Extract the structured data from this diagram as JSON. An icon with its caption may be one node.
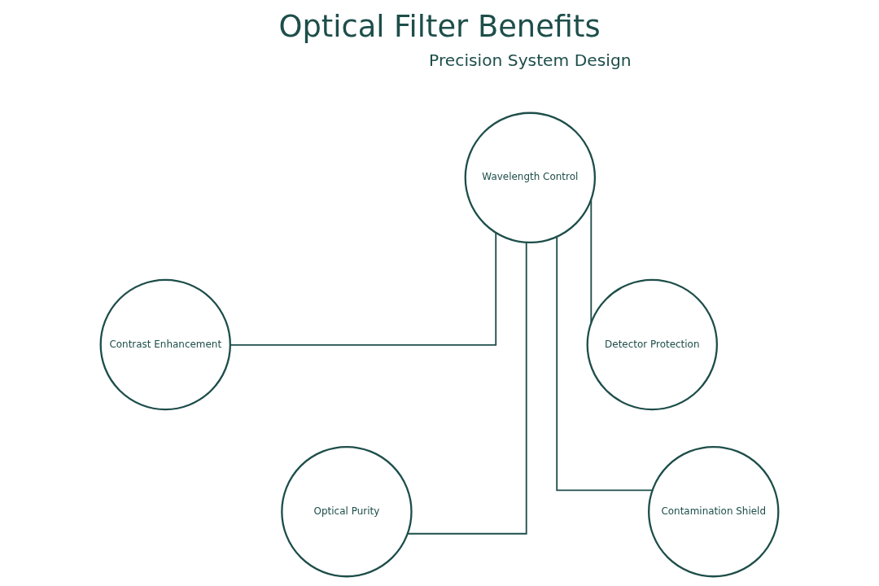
{
  "diagram": {
    "title": "Optical Filter Benefits",
    "nodes": [
      {
        "text": [
          "Wavelength Control"
        ]
      },
      {
        "text": [
          "Contrast Enhancement"
        ]
      },
      {
        "text": [
          "Detector Protection"
        ]
      },
      {
        "text": [
          "Optical Purity"
        ]
      },
      {
        "text": [
          "Contamination Shield"
        ]
      }
    ],
    "edges": [
      {
        "from": 0,
        "to": 1,
        "arrow": "none"
      },
      {
        "from": 0,
        "to": 2,
        "arrow": "none"
      },
      {
        "from": 0,
        "to": 3,
        "arrow": "none"
      },
      {
        "from": 0,
        "to": 4,
        "arrow": "none"
      }
    ],
    "labels": [
      "Precision System Design"
    ]
  }
}
